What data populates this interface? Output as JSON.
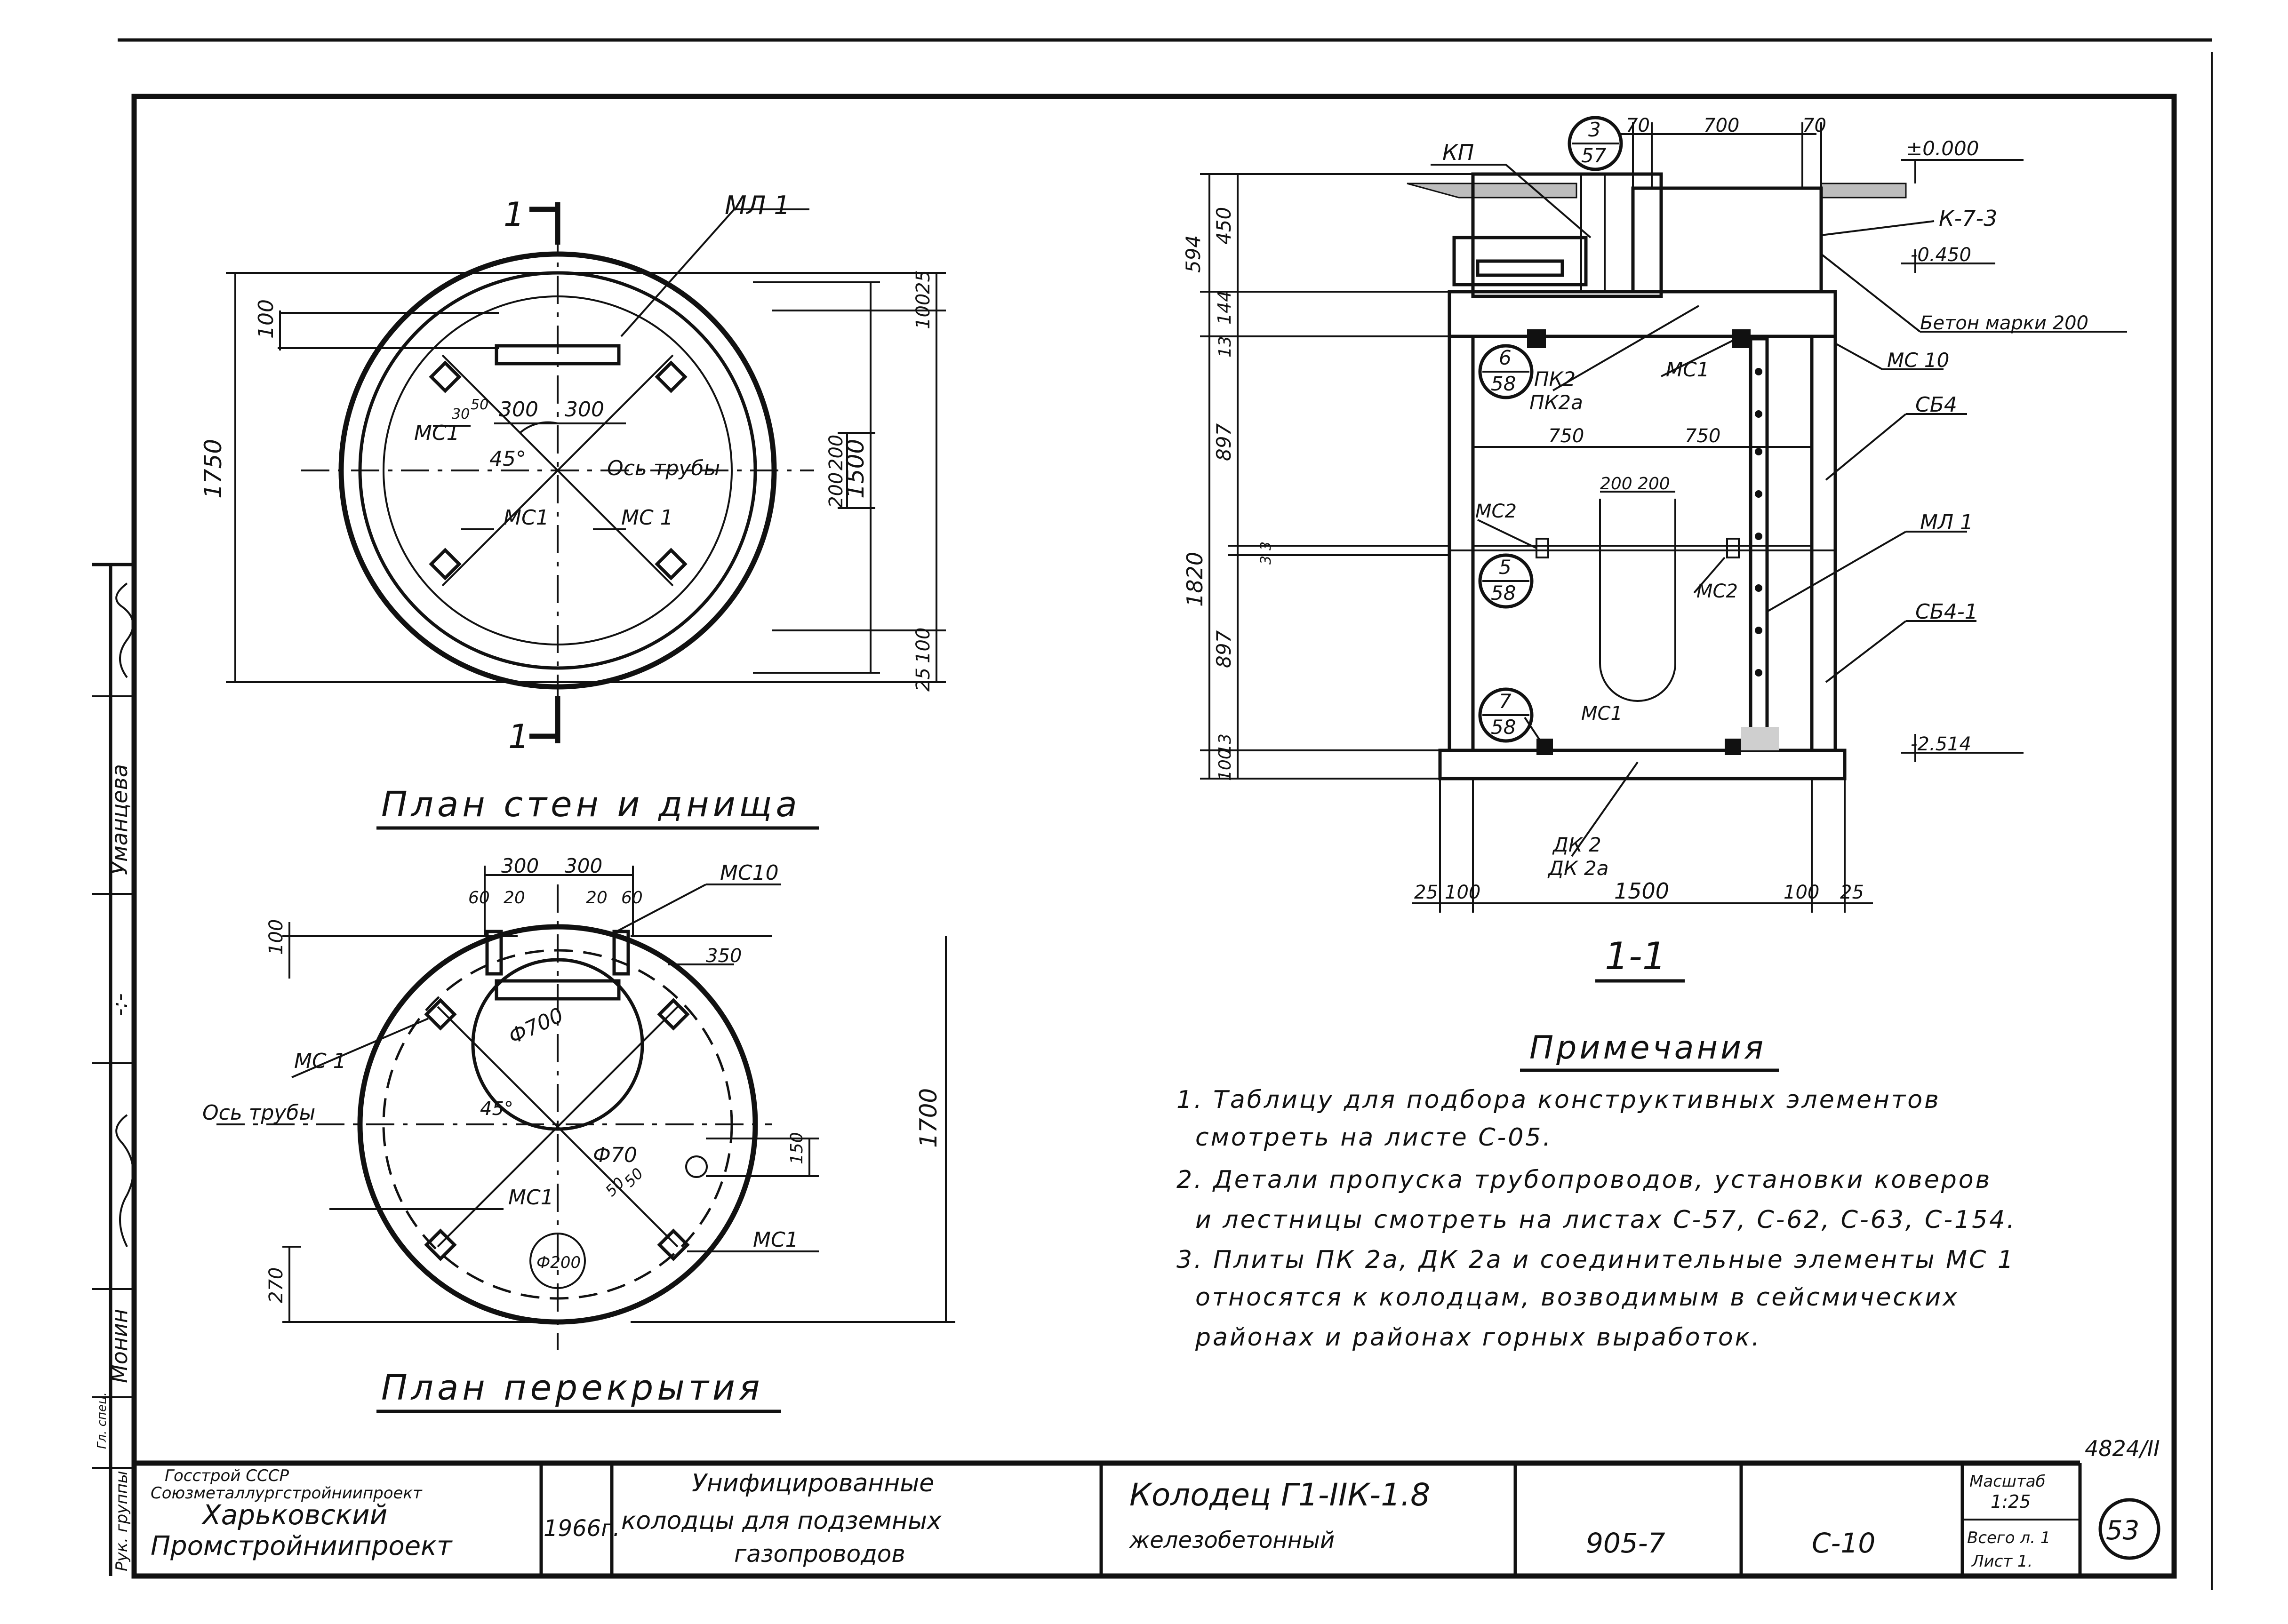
{
  "plan_walls": {
    "title": "План стен и днища",
    "section_mark": "1",
    "labels": {
      "ml1": "МЛ 1",
      "mc1_a": "МС1",
      "mc1_b": "МС1",
      "mc1_c": "МС 1",
      "pipe_axis": "Ось трубы",
      "angle": "45°"
    },
    "dims": {
      "d300a": "300",
      "d300b": "300",
      "d100a": "100",
      "d1750": "1750",
      "d25a": "25",
      "d100b": "100",
      "d200a": "200",
      "d200b": "200",
      "d1500": "1500",
      "d100c": "100",
      "d25b": "25",
      "d30": "30",
      "d50": "50"
    }
  },
  "plan_slab": {
    "title": "План перекрытия",
    "labels": {
      "mc10": "МС10",
      "mc1_a": "МС 1",
      "mc1_b": "МС1",
      "mc1_c": "МС1",
      "pipe_axis": "Ось трубы",
      "angle": "45°"
    },
    "dims": {
      "d300a": "300",
      "d300b": "300",
      "d60": "60",
      "d20a": "20",
      "d20b": "20",
      "d60b": "60",
      "d100": "100",
      "d350": "350",
      "phi700": "Ф700",
      "phi70": "Ф70",
      "phi200": "Ф200",
      "d150": "150",
      "d1700": "1700",
      "d270": "270",
      "d50a": "50",
      "d50b": "50"
    }
  },
  "section": {
    "title": "1-1",
    "callouts": {
      "c1_num": "3",
      "c1_den": "57",
      "c2_num": "6",
      "c2_den": "58",
      "c3_num": "5",
      "c3_den": "58",
      "c4_num": "7",
      "c4_den": "58"
    },
    "labels": {
      "kp": "КП",
      "k73": "К-7-3",
      "beton": "Бетон марки 200",
      "mc10": "МС 10",
      "sb4": "СБ4",
      "ml1": "МЛ 1",
      "sb41": "СБ4-1",
      "pk2": "ПК2",
      "pk2a": "ПК2а",
      "mc1_top": "МС1",
      "mc2_left": "МС2",
      "mc2_right": "МС2",
      "mc1_bottom": "МС1",
      "dk2": "ДК 2",
      "dk2a": "ДК 2а"
    },
    "levels": {
      "l0": "±0.000",
      "l450": "-0.450",
      "l2514": "-2.514"
    },
    "dims": {
      "d70a": "70",
      "d700": "700",
      "d70b": "70",
      "d594": "594",
      "d450": "450",
      "d144": "144",
      "d13a": "13",
      "d897a": "897",
      "d1820": "1820",
      "d3a": "3",
      "d3b": "3",
      "d897b": "897",
      "d13b": "13",
      "d100a": "100",
      "d750a": "750",
      "d750b": "750",
      "d200a": "200",
      "d200b": "200",
      "d25a": "25",
      "d100b": "100",
      "d1500": "1500",
      "d100c": "100",
      "d25b": "25"
    }
  },
  "notes": {
    "heading": "Примечания",
    "items": [
      "1. Таблицу для подбора конструктивных элементов",
      "смотреть на листе С-05.",
      "2. Детали пропуска трубопроводов, установки коверов",
      "и лестницы смотреть на листах С-57, С-62, С-63, С-154.",
      "3. Плиты ПК 2а, ДК 2а и соединительные элементы МС 1",
      "относятся к колодцам, возводимым в сейсмических",
      "районах и районах горных выработок."
    ]
  },
  "side_stamp": {
    "names": [
      "Уманцева",
      "Монин"
    ],
    "roles": [
      "Рук. группы",
      "Гл. спец."
    ],
    "dash": "-:-"
  },
  "title_block": {
    "org_line1": "Госстрой СССР",
    "org_line2": "Союзметаллургстройниипроект",
    "org_line3": "Харьковский",
    "org_line4": "Промстройниипроект",
    "year": "1966г.",
    "series_line1": "Унифицированные",
    "series_line2": "колодцы для подземных",
    "series_line3": "газопроводов",
    "name_line1": "Колодец Г1-IIК-1.8",
    "name_line2": "железобетонный",
    "project": "905-7",
    "sheet_code": "С-10",
    "scale_label": "Масштаб",
    "scale_value": "1:25",
    "total_label": "Всего л. 1",
    "sheet_label": "Лист 1.",
    "page_number": "53",
    "archive_number": "4824/II"
  }
}
